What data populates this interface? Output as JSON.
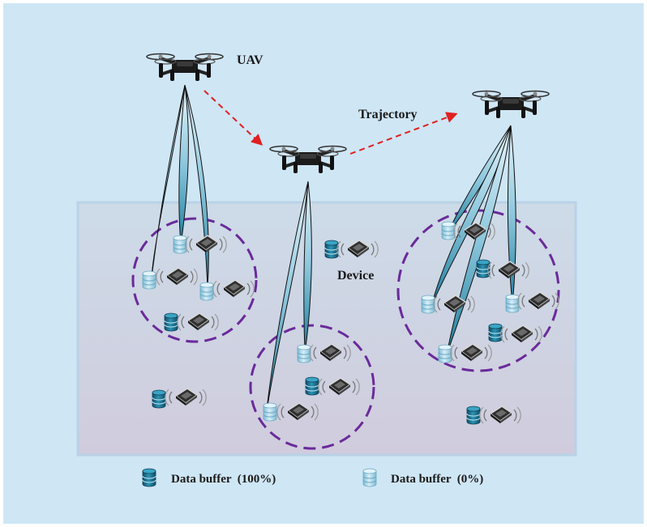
{
  "labels": {
    "uav": "UAV",
    "trajectory": "Trajectory",
    "device": "Device"
  },
  "legend": {
    "full_label": "Data buffer  (100%)",
    "empty_label": "Data buffer  (0%)"
  },
  "colors": {
    "background": "#cfe6f5",
    "ground_top": "#cddbe8",
    "ground_bottom": "#cfcbdc",
    "cluster_circle": "#6a2a9a",
    "trajectory_arrow": "#e02020",
    "beam_dark": "#1a7a9a",
    "beam_light": "#dff2fb",
    "buffer_full": "#1f6f8b",
    "buffer_empty": "#a9d6ea"
  },
  "icons": {
    "uav": "quadcopter-drone-icon",
    "device": "wireless-sensor-device-icon",
    "buffer": "database-cylinder-icon"
  }
}
